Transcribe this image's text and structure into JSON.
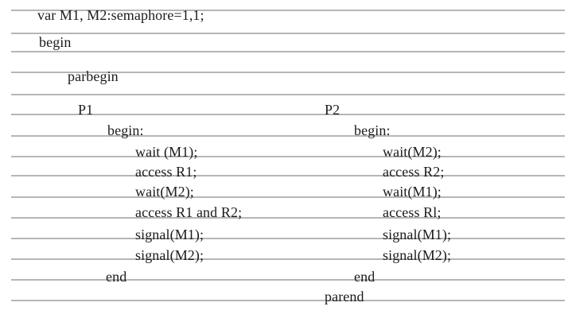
{
  "document": {
    "var_declaration": "var M1, M2:semaphore=1,1;",
    "begin_keyword": "begin",
    "parbegin_keyword": "parbegin",
    "parend_keyword": "parend",
    "processes": [
      {
        "name": "P1",
        "begin": "begin:",
        "statements": [
          "wait (M1);",
          "access R1;",
          "wait(M2);",
          "access R1 and R2;",
          "signal(M1);",
          "signal(M2);"
        ],
        "end": "end"
      },
      {
        "name": "P2",
        "begin": "begin:",
        "statements": [
          "wait(M2);",
          "access R2;",
          "wait(M1);",
          "access Rl;",
          "signal(M1);",
          "signal(M2);"
        ],
        "end": "end"
      }
    ]
  },
  "colors": {
    "background": "#ffffff",
    "text": "#1b1b1b",
    "rule_line": "#b6b6b6"
  }
}
